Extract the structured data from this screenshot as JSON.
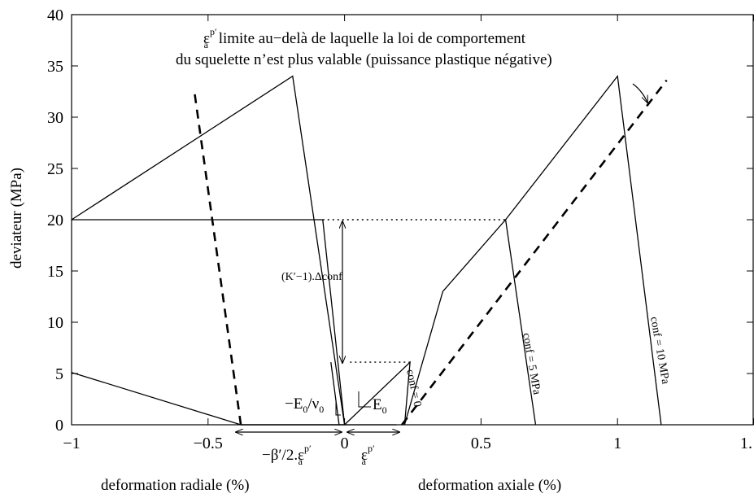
{
  "chart_data": {
    "type": "line",
    "title": "",
    "ylabel": "deviateur (MPa)",
    "xlabel_left": "deformation radiale (%)",
    "xlabel_right": "deformation axiale (%)",
    "xlim": [
      -1,
      1.5
    ],
    "ylim": [
      0,
      40
    ],
    "grid": false,
    "x_ticks": [
      {
        "value": -1,
        "label": "−1"
      },
      {
        "value": -0.5,
        "label": "−0.5"
      },
      {
        "value": 0,
        "label": "0"
      },
      {
        "value": 0.5,
        "label": "0.5"
      },
      {
        "value": 1,
        "label": "1"
      },
      {
        "value": 1.5,
        "label": "1."
      }
    ],
    "y_ticks": [
      0,
      5,
      10,
      15,
      20,
      25,
      30,
      35,
      40
    ],
    "solid_lines": [
      {
        "x": [
          0,
          -0.38,
          -1.0
        ],
        "y": [
          0,
          0,
          5.1
        ]
      },
      {
        "x": [
          0,
          -0.08,
          -1.0
        ],
        "y": [
          0,
          20,
          20
        ]
      },
      {
        "x": [
          0,
          -0.19,
          -1.0
        ],
        "y": [
          0,
          34,
          20
        ]
      },
      {
        "x": [
          0,
          -0.38
        ],
        "y": [
          0,
          0
        ]
      },
      {
        "x": [
          0,
          0.19
        ],
        "y": [
          0,
          0
        ]
      },
      {
        "x": [
          0,
          0.24,
          0.22,
          0.36
        ],
        "y": [
          0,
          6.1,
          0,
          13
        ]
      },
      {
        "x": [
          0.36,
          0.59,
          0.7
        ],
        "y": [
          13,
          20,
          0
        ]
      },
      {
        "x": [
          0.59,
          1.0,
          1.16
        ],
        "y": [
          20,
          34,
          0
        ]
      },
      {
        "x": [
          -0.02,
          -0.05
        ],
        "y": [
          0,
          6.1
        ]
      }
    ],
    "dashed_lines": [
      {
        "x": [
          -0.38,
          -0.55
        ],
        "y": [
          0,
          32.5
        ]
      },
      {
        "x": [
          0.21,
          1.18
        ],
        "y": [
          0,
          33.6
        ]
      }
    ],
    "dotted_lines": [
      {
        "x": [
          -0.08,
          0.59
        ],
        "y": [
          20,
          20
        ]
      },
      {
        "x": [
          0.02,
          0.24
        ],
        "y": [
          6.1,
          6.1
        ]
      }
    ],
    "annotations": {
      "eps_symbol": "ε",
      "sub_a": "a",
      "sup_pprime": "p′",
      "limit_line1": " limite au−delà de laquelle la loi de comportement",
      "limit_line2": "du squelette n’est plus valable (puissance plastique négative)",
      "k_conf": "(K′−1).Δconf",
      "e0_nu0": "−E",
      "e0_nu0_sub": "0",
      "nu_part": "/ν",
      "nu_sub": "0",
      "e0_right": "E",
      "e0_right_sub": "0",
      "conf0": "conf = 0",
      "conf5": "conf = 5 MPa",
      "conf10": "conf = 10 MPa",
      "beta_label": "−β′/2.ε",
      "eps_label": "ε"
    }
  }
}
